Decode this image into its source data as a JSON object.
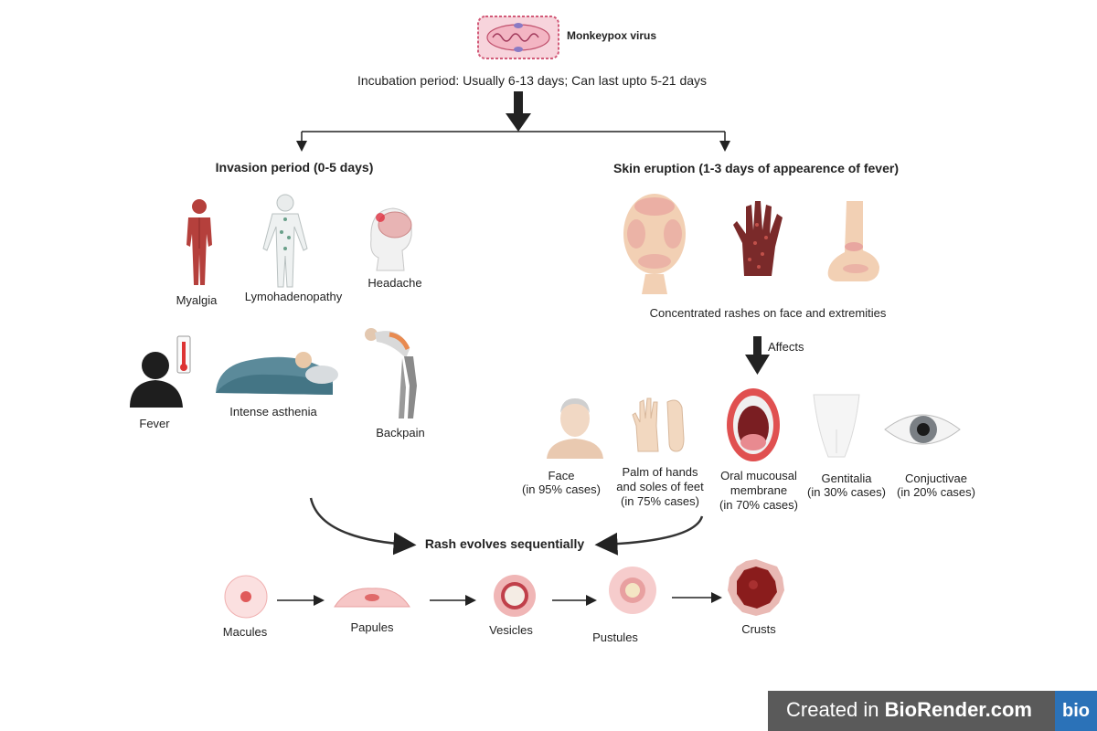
{
  "virus": {
    "label": "Monkeypox virus"
  },
  "incubation": {
    "text": "Incubation period: Usually 6-13 days; Can last upto 5-21 days"
  },
  "invasion": {
    "title": "Invasion period (0-5 days)",
    "symptoms": {
      "myalgia": "Myalgia",
      "lymph": "Lymohadenopathy",
      "headache": "Headache",
      "fever": "Fever",
      "asthenia": "Intense asthenia",
      "backpain": "Backpain"
    }
  },
  "skin": {
    "title": "Skin eruption (1-3 days of appearence of fever)",
    "rashes_caption": "Concentrated rashes on face and extremities",
    "affects_label": "Affects",
    "sites": {
      "face": [
        "Face",
        "(in 95% cases)"
      ],
      "palm": [
        "Palm of hands",
        "and soles of feet",
        "(in 75% cases)"
      ],
      "oral": [
        "Oral mucousal",
        "membrane",
        "(in 70% cases)"
      ],
      "genital": [
        "Gentitalia",
        "(in 30% cases)"
      ],
      "conj": [
        "Conjuctivae",
        "(in 20% cases)"
      ]
    }
  },
  "rash": {
    "title": "Rash evolves sequentially",
    "stages": {
      "macules": "Macules",
      "papules": "Papules",
      "vesicles": "Vesicles",
      "pustules": "Pustules",
      "crusts": "Crusts"
    }
  },
  "footer": {
    "created_prefix": "Created in ",
    "brand": "BioRender.com",
    "badge": "bio"
  },
  "colors": {
    "muscle": "#b5403c",
    "skin": "#f3d2b6",
    "rash": "#e89aa0",
    "arrow": "#222222",
    "footer_bg": "#5a5a5a",
    "badge": "#2b72b8"
  }
}
